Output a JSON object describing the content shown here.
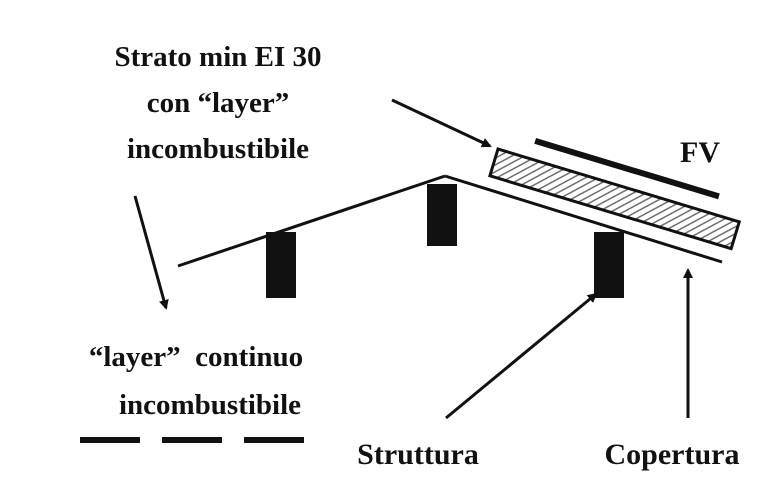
{
  "labels": {
    "strato": [
      "Strato min EI 30",
      "con “layer”",
      "incombustibile"
    ],
    "layer_continuo": [
      "“layer”  continuo",
      "incombustibile"
    ],
    "fv": "FV",
    "struttura": "Struttura",
    "copertura": "Copertura"
  },
  "colors": {
    "ink": "#111111",
    "hatch": "#8a8a8a",
    "background": "#ffffff"
  }
}
